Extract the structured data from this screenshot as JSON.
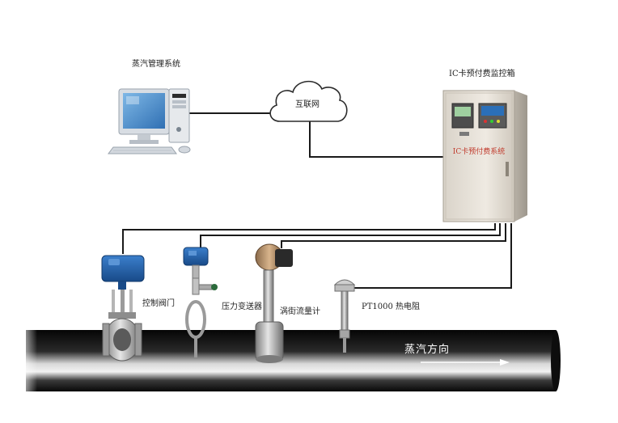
{
  "labels": {
    "steam_management_system": "蒸汽管理系统",
    "internet": "互联网",
    "ic_cabinet": "IC卡预付费监控箱",
    "cabinet_panel_text": "IC卡预付费系统",
    "control_valve": "控制阀门",
    "pressure_transmitter": "压力变送器",
    "vortex_flowmeter": "涡街流量计",
    "pt1000": "PT1000 热电阻",
    "steam_direction": "蒸汽方向"
  },
  "colors": {
    "wire": "#1a1a1a",
    "pipe_dark": "#0b0b0b",
    "pipe_highlight": "#e8e8e8",
    "cabinet": "#e9e4dc",
    "panel_text_red": "#c0392b",
    "valve_blue": "#1f5fa8",
    "transmitter_blue": "#2a6db3"
  },
  "icons": {
    "computer": "desktop-computer-icon",
    "cloud": "cloud-icon",
    "cabinet": "control-cabinet-icon",
    "valve": "control-valve-icon",
    "transmitter": "pressure-transmitter-icon",
    "flowmeter": "vortex-flowmeter-icon",
    "sensor": "rtd-sensor-icon",
    "arrow": "arrow-right-icon"
  }
}
